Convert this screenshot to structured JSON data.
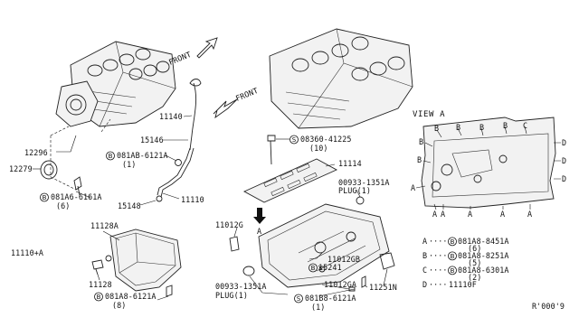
{
  "labels": {
    "p12296": "12296",
    "p12279": "12279",
    "p081A6_6161A": "081A6-6161A",
    "p081A6_qty": "(6)",
    "p11140": "11140",
    "p15146": "15146",
    "p081AB_6121A_top": "081AB-6121A",
    "p081AB_qty_top": "(1)",
    "p15148": "15148",
    "p11110": "11110",
    "p11110A": "11110+A",
    "p11128A": "11128A",
    "p11128": "11128",
    "p081A8_6121A": "081A8-6121A",
    "p081A8_qty": "(8)",
    "p08360_41225": "08360-41225",
    "p08360_qty": "(10)",
    "p11114": "11114",
    "p00933_top": "00933-1351A",
    "p00933_plug_top": "PLUG(1)",
    "p11012G": "11012G",
    "pA_arrow": "A",
    "p11012GB": "11012GB",
    "p15241": "15241",
    "p11012GA": "11012GA",
    "p11251N": "11251N",
    "p00933_bot": "00933-1351A",
    "p00933_plug_bot": "PLUG(1)",
    "p081B8_6121A": "081B8-6121A",
    "p081B8_qty": "(1)",
    "front1": "FRONT",
    "front2": "FRONT",
    "view_a": "VIEW A",
    "code": "R'000'9"
  },
  "circle_marks": {
    "B": "B",
    "S": "S"
  },
  "view_markers": {
    "A": "A",
    "B": "B",
    "C": "C",
    "D": "D"
  },
  "legend": [
    {
      "letter": "A",
      "dots": "····",
      "circle": "B",
      "part": "081A8-8451A",
      "qty": "(6)"
    },
    {
      "letter": "B",
      "dots": "····",
      "circle": "B",
      "part": "081A8-8251A",
      "qty": "(5)"
    },
    {
      "letter": "C",
      "dots": "····",
      "circle": "B",
      "part": "081A8-6301A",
      "qty": "(2)"
    },
    {
      "letter": "D",
      "dots": "····",
      "circle": "",
      "part": "11110F",
      "qty": ""
    }
  ]
}
